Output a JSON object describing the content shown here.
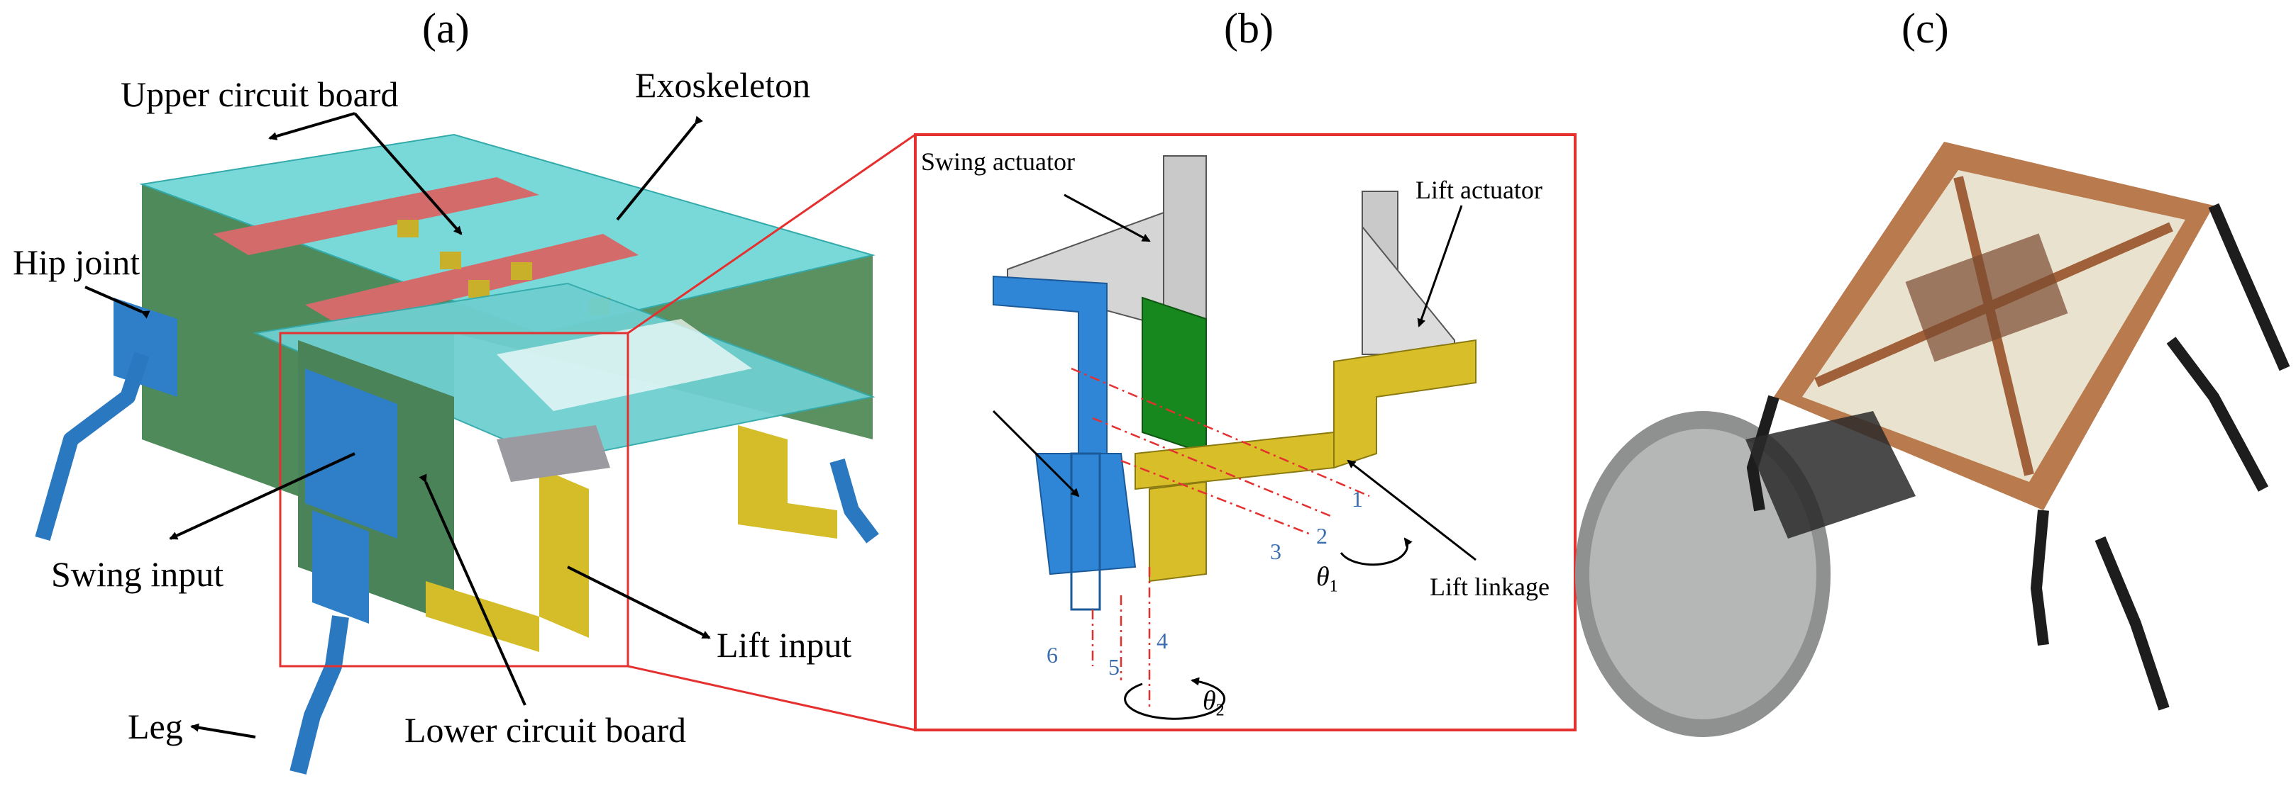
{
  "panels": {
    "a": "(a)",
    "b": "(b)",
    "c": "(c)"
  },
  "labels_a": {
    "upper_board": "Upper circuit board",
    "exoskeleton": "Exoskeleton",
    "hip_joint": "Hip joint",
    "swing_input": "Swing input",
    "lift_input": "Lift input",
    "lower_board": "Lower circuit board",
    "leg": "Leg"
  },
  "labels_b": {
    "swing_actuator": "Swing actuator",
    "lift_actuator": "Lift actuator",
    "lift_linkage": "Lift linkage",
    "n1": "1",
    "n2": "2",
    "n3": "3",
    "n4": "4",
    "n5": "5",
    "n6": "6",
    "theta1": "θ",
    "theta1_sub": "1",
    "theta2": "θ",
    "theta2_sub": "2"
  },
  "colors": {
    "blue": "#2f7fc8",
    "teal": "#6fd6d6",
    "green": "#5b8a4a",
    "red_strip": "#d56a6a",
    "yellow": "#d6bf2a",
    "gray": "#c8c8c8",
    "frame_red": "#e53030",
    "number_blue": "#3d6fb0"
  }
}
